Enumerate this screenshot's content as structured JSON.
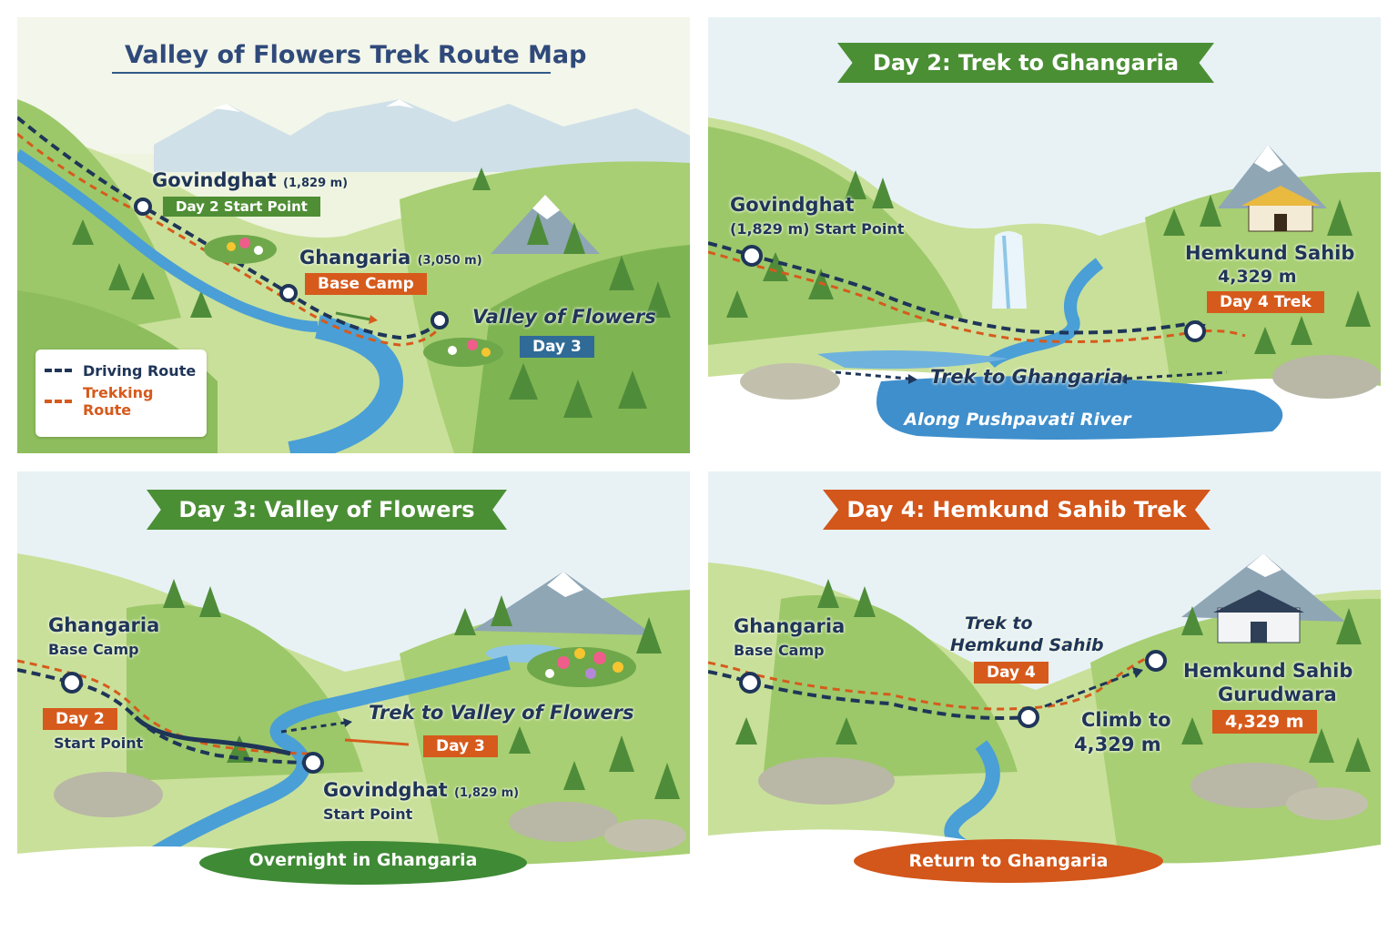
{
  "colors": {
    "driving": "#1f3558",
    "trekking": "#d65a1c",
    "green": "#4b8f35",
    "orange": "#d3561a",
    "blue": "#2f6b96",
    "river": "#4a9fd6"
  },
  "panel1": {
    "title": "Valley of Flowers Trek Route Map",
    "govindghat": {
      "name": "Govindghat",
      "alt": "(1,829 m)",
      "tag": "Day 2 Start Point"
    },
    "ghangaria": {
      "name": "Ghangaria",
      "alt": "(3,050 m)",
      "tag": "Base Camp"
    },
    "valley": {
      "name": "Valley of Flowers",
      "tag": "Day 3"
    },
    "legend": {
      "driving": "Driving Route",
      "trekking": "Trekking Route"
    }
  },
  "panel2": {
    "title": "Day 2: Trek to Ghangaria",
    "govindghat": {
      "name": "Govindghat",
      "sub": "(1,829 m) Start Point"
    },
    "hemkund": {
      "name": "Hemkund Sahib",
      "alt": "4,329 m",
      "tag": "Day 4 Trek"
    },
    "trek_label": "Trek to Ghangaria",
    "footer": "Along Pushpavati River"
  },
  "panel3": {
    "title": "Day 3: Valley of Flowers",
    "ghangaria": {
      "name": "Ghangaria",
      "sub": "Base Camp"
    },
    "day2": {
      "tag": "Day 2",
      "sub": "Start Point"
    },
    "trek_label": "Trek to Valley of Flowers",
    "day3": "Day 3",
    "govindghat": {
      "name": "Govindghat",
      "alt": "(1,829 m)",
      "sub": "Start Point"
    },
    "footer": "Overnight in Ghangaria"
  },
  "panel4": {
    "title": "Day 4: Hemkund Sahib Trek",
    "ghangaria": {
      "name": "Ghangaria",
      "sub": "Base Camp"
    },
    "trek_label": {
      "line1": "Trek to",
      "line2": "Hemkund Sahib",
      "tag": "Day 4"
    },
    "climb": {
      "line1": "Climb to",
      "line2": "4,329 m"
    },
    "hemkund": {
      "line1": "Hemkund Sahib",
      "line2": "Gurudwara",
      "tag": "4,329 m"
    },
    "footer": "Return to Ghangaria"
  }
}
